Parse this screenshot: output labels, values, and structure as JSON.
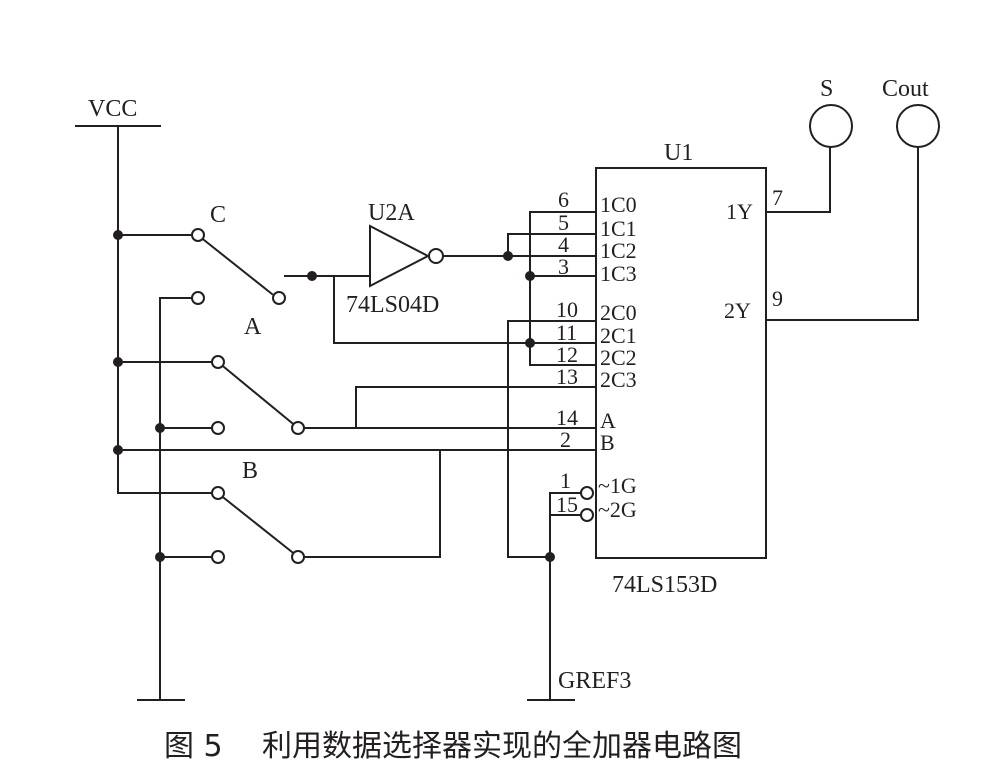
{
  "labels": {
    "vcc": "VCC",
    "switch_c": "C",
    "switch_a": "A",
    "switch_b": "B",
    "inverter_ref": "U2A",
    "inverter_part": "74LS04D",
    "mux_ref": "U1",
    "mux_part": "74LS153D",
    "probe_s": "S",
    "probe_cout": "Cout",
    "ground": "GREF3"
  },
  "pins_left": [
    {
      "num": "6",
      "name": "1C0"
    },
    {
      "num": "5",
      "name": "1C1"
    },
    {
      "num": "4",
      "name": "1C2"
    },
    {
      "num": "3",
      "name": "1C3"
    },
    {
      "num": "10",
      "name": "2C0"
    },
    {
      "num": "11",
      "name": "2C1"
    },
    {
      "num": "12",
      "name": "2C2"
    },
    {
      "num": "13",
      "name": "2C3"
    },
    {
      "num": "14",
      "name": "A"
    },
    {
      "num": "2",
      "name": "B"
    },
    {
      "num": "1",
      "name": "~1G"
    },
    {
      "num": "15",
      "name": "~2G"
    }
  ],
  "pins_right": [
    {
      "num": "7",
      "name": "1Y"
    },
    {
      "num": "9",
      "name": "2Y"
    }
  ],
  "caption": {
    "figure_no": "图 5",
    "text": "利用数据选择器实现的全加器电路图"
  }
}
